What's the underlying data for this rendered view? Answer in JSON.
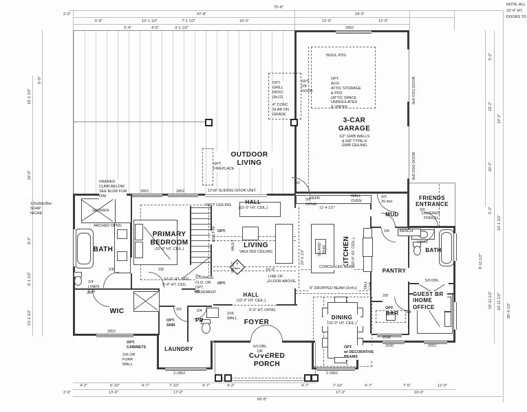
{
  "note": {
    "l1": "NOTE: ALL",
    "l2": "10'-0\" HT.",
    "l3": "DOORS TO"
  },
  "rooms": {
    "garage": {
      "name": "3-CAR\nGARAGE",
      "sub": "1/2\" GWB WALLS\n& 5/8\" TYPE-X\nGWB CEILING"
    },
    "outdoor_living": {
      "name": "OUTDOOR\nLIVING"
    },
    "primary_bedroom": {
      "name": "PRIMARY\nBEDROOM",
      "sub": "(10'-0\" HT. CEIL.)"
    },
    "bath_left": {
      "name": "BATH"
    },
    "wic": {
      "name": "WIC"
    },
    "laundry": {
      "name": "LAUNDRY"
    },
    "pr": {
      "name": "PR"
    },
    "foyer": {
      "name": "FOYER"
    },
    "covered_porch": {
      "name": "COVERED\nPORCH"
    },
    "hall_upper": {
      "name": "HALL",
      "sub": "(10'-0\" HT. CEIL.)"
    },
    "hall_lower": {
      "name": "HALL",
      "sub": "(10'-0\" HT. CEIL.)"
    },
    "living": {
      "name": "LIVING",
      "sub": "VAULTED CEILING"
    },
    "kitchen": {
      "name": "KITCHEN",
      "sub": "(10'-0\" HT. CEIL.)"
    },
    "island": {
      "name": "ISLAND\n9x40"
    },
    "dining": {
      "name": "DINING",
      "sub": "(10'-0\" HT. CEIL.)"
    },
    "mud": {
      "name": "MUD"
    },
    "pantry": {
      "name": "PANTRY"
    },
    "friends_entrance": {
      "name": "FRIENDS\nENTRANCE",
      "sub": "COVERED\nPORCH"
    },
    "bath_right": {
      "name": "BATH"
    },
    "guest": {
      "name": "GUEST BR\n/HOME\nOFFICE"
    },
    "bar": {
      "opt": "OPT.",
      "name": "BAR"
    }
  },
  "ann": {
    "attic": "OPT.\n8x10\nATTIC STORAGE\n& PDS\n(ATTIC SPACE\nUNINSULATED\n& UNFIN)",
    "insul": "INSUL PDS",
    "opt_garage_door": "OPT.\n2/8\nDOOR",
    "grill": "OPT.\nGRILL\nPATIO\n(8x12)",
    "slab": "4\" CONC\nSLAB ON\nGRADE",
    "osg": "8x8 OSG DOOR",
    "fireplace": "OPT.\nFIREPLACE",
    "sliding": "12'x8' SLIDING DOOR UNIT",
    "curb": "FRAMED\nCURB BELOW\nSEE BLDR FOR\nDIM",
    "trey": "TREY CEILING",
    "shower": "SHOWER",
    "arched": "ARCHED OPNG",
    "niche": "12hx8dx36w\nSOAP\nNICHE",
    "builtin": "BUILT-IN",
    "opt": "OPT.",
    "storage": "STORAGE\nCLO. OR\nOPT.\nBASEMENT",
    "vault": "VAULT",
    "floor_above": "LINE OF\nFLOOR ABOVE",
    "linen": "2/4\nLINEN\n5 sh",
    "opt_sink": "OPT.\nSINK",
    "opt_cabinets": "OPT.\nCABINETS",
    "furr": "2x6 OR\nFURR\nWALL",
    "wall26": "2X6\nWALL",
    "ht_opng": "9'-0\" HT. OPNG",
    "refr": "REFR",
    "oven": "WALL\nOVEN",
    "min20": "5/0\n20 min",
    "concealed": "CONCEALED BEAM",
    "tallcab": "TALL\nCAB",
    "dropped": "8\" DROPPED BEAM (2x4's)",
    "dec_beams": "OPT.\nw/ DECORATIVE\nBEAMS",
    "bench": "BENCH",
    "vanity": "V3042",
    "ceil10": "10'-0\" HT. CEIL.",
    "ceil94": "9'-4\" HT. CEIL."
  },
  "doors": {
    "d30": "3/0",
    "d28": "2/8",
    "d24": "2/4",
    "d38": "3/8\nOPNG",
    "d50dbl": "5/0 DBL",
    "d60dbl": "6/0 DBL\nDR"
  },
  "windows": {
    "w2862": "2862",
    "w2852": "2852",
    "w22862": "2-2862",
    "w2052": "2052",
    "w2042": "2042"
  },
  "marker": {
    "num": "1",
    "sheet": "A4.2"
  },
  "dims": {
    "top": {
      "overall": "75'-8\"",
      "a": "2'-0\"",
      "b": "47'-8\"",
      "c": "24'-0\"",
      "d": "6'-8\"",
      "e": "10'-1 1/2\"",
      "f": "7'-1 1/2\"",
      "g": "16'-0\"",
      "h": "12'-0\"",
      "i": "12'-0\"",
      "j": "3'-4\"",
      "k": "4'-0\"",
      "l": "3'-1 1/2\""
    },
    "left": {
      "a": "18'-1 1/2\"",
      "b": "16'-0\"",
      "c": "6'-0\"",
      "d": "8'-2\"",
      "e": "6'-1 1/2\"",
      "f": "13'-1 1/2\""
    },
    "right": {
      "a": "5'-2\"",
      "b": "10'-2\"",
      "c": "10'-2\"",
      "d": "5'-2\"",
      "e": "14'-1 1/2\"",
      "f": "8'-11 1/2\"",
      "g": "10'-11 1/2\"",
      "h": "16'-11 1/2\"",
      "i": "20'-4 1/2\"",
      "j": "19'-2\""
    },
    "bottom": {
      "a": "4'-2\"",
      "b": "6'-10\"",
      "c": "4'-7\"",
      "d": "7'-10\"",
      "e": "4'-7\"",
      "f": "4'-2\"",
      "g": "2'-0\"",
      "h": "13'-0\"",
      "i": "17'-0\"",
      "j": "17'-0\"",
      "k": "4'-7\"",
      "l": "7'-10\"",
      "m": "4'-7\"",
      "n": "7'-0\"",
      "o": "12'-0\"",
      "p": "19'-0\"",
      "q": "60'-8\""
    },
    "inner": {
      "a": "23'-5 1/2\"",
      "b": "11'-4 1/2\"",
      "c": "14'-4\""
    }
  }
}
